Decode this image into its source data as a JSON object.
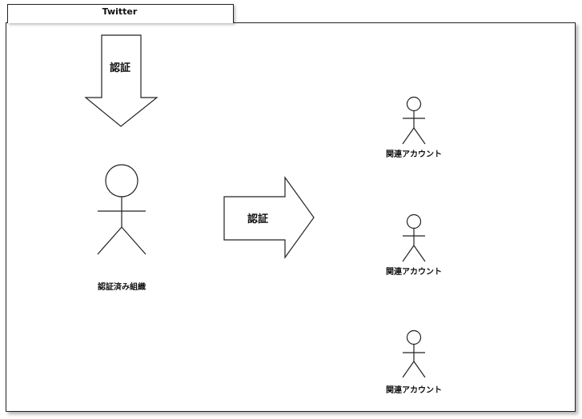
{
  "package": {
    "title": "Twitter"
  },
  "arrows": {
    "down_label": "認証",
    "right_label": "認証"
  },
  "actors": {
    "main": {
      "label": "認証済み組織"
    },
    "related": [
      {
        "label": "関連アカウント"
      },
      {
        "label": "関連アカウント"
      },
      {
        "label": "関連アカウント"
      }
    ]
  },
  "colors": {
    "stroke": "#222222",
    "background": "#ffffff"
  }
}
